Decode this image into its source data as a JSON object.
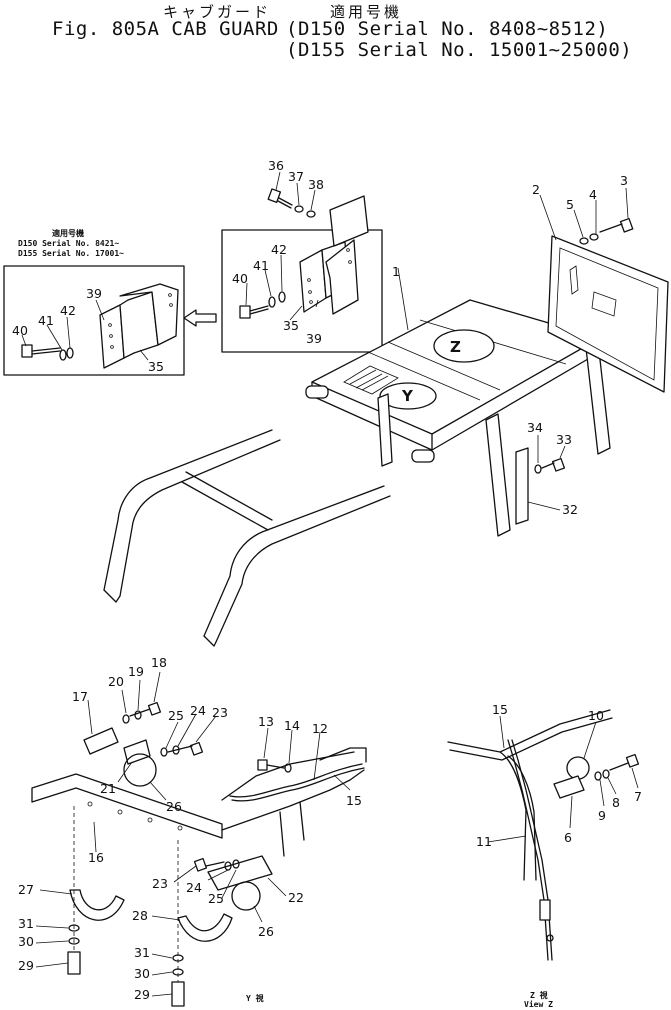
{
  "header": {
    "jp_title": "キャブガード",
    "jp_models": "適用号機",
    "fig_title": "Fig. 805A CAB GUARD",
    "serial_1": "(D150 Serial No. 8408~8512)",
    "serial_2": "(D155 Serial No. 15001~25000)"
  },
  "inset": {
    "jp_models": "適用号機",
    "serial_1": "D150 Serial No. 8421~",
    "serial_2": "D155 Serial No. 17001~"
  },
  "views": {
    "view_y": "Y 視",
    "view_z_jp": "Z 視",
    "view_z": "View Z"
  },
  "view_markers": {
    "z": "Z",
    "y": "Y"
  },
  "parts": {
    "p1": "1",
    "p2": "2",
    "p3": "3",
    "p4": "4",
    "p5": "5",
    "p6": "6",
    "p7": "7",
    "p8": "8",
    "p9": "9",
    "p10": "10",
    "p11": "11",
    "p12": "12",
    "p13": "13",
    "p14": "14",
    "p15a": "15",
    "p15b": "15",
    "p16": "16",
    "p17": "17",
    "p18": "18",
    "p19": "19",
    "p20": "20",
    "p21": "21",
    "p22": "22",
    "p23a": "23",
    "p23b": "23",
    "p24a": "24",
    "p24b": "24",
    "p25a": "25",
    "p25b": "25",
    "p26a": "26",
    "p26b": "26",
    "p27": "27",
    "p28": "28",
    "p29a": "29",
    "p29b": "29",
    "p30a": "30",
    "p30b": "30",
    "p31a": "31",
    "p31b": "31",
    "p32": "32",
    "p33": "33",
    "p34": "34",
    "p35a": "35",
    "p35b": "35",
    "p36": "36",
    "p37": "37",
    "p38": "38",
    "p39a": "39",
    "p39b": "39",
    "p40a": "40",
    "p40b": "40",
    "p41a": "41",
    "p41b": "41",
    "p42a": "42",
    "p42b": "42"
  }
}
